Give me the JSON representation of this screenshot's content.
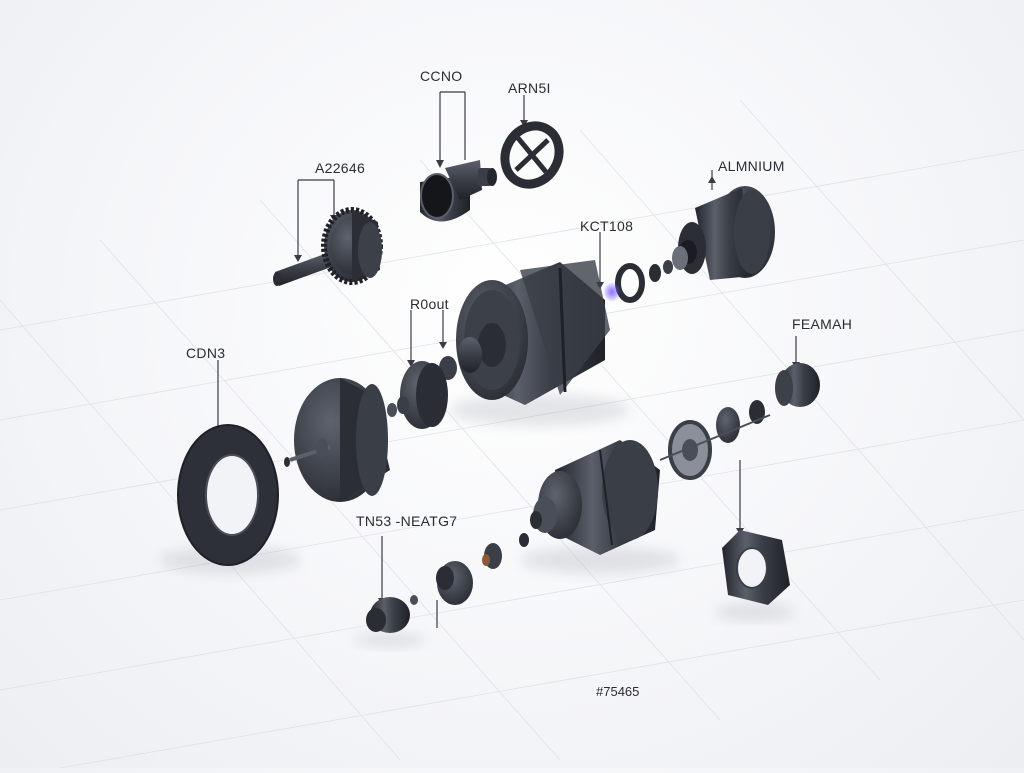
{
  "colors": {
    "metal_dark": "#2d3038",
    "metal_mid": "#4a4e58",
    "metal_light": "#7a7f8a",
    "leader": "#3a3c44",
    "grid": "#d6d9e0",
    "accent_glow": "#6b4cff"
  },
  "labels": {
    "ccno": "CCNO",
    "arnsi": "ARN5I",
    "a22646": "A22646",
    "aluminium": "ALMNIUM",
    "kct108": "KCT108",
    "rout": "R0out",
    "cdn3": "CDN3",
    "feamah": "FEAMAH",
    "tn53": "TN53 -NEATG7"
  },
  "part_number": "#75465"
}
